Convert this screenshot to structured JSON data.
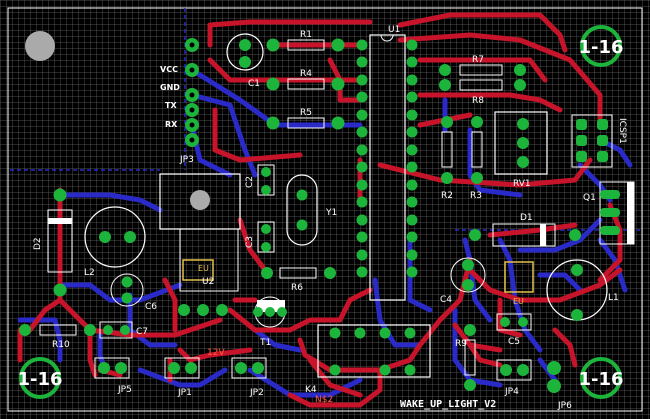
{
  "board": {
    "title": "WAKE_UP_LIGHT_V2",
    "corner_label": "1-16",
    "colors": {
      "background": "#000000",
      "top_trace": "#c8142a",
      "bottom_trace": "#2a2ac8",
      "pad": "#1db43c",
      "silk": "#ffffff",
      "net_label": "#ff5a3c"
    }
  },
  "pins": {
    "vcc": "VCC",
    "gnd": "GND",
    "tx": "TX",
    "rx": "RX"
  },
  "refs": {
    "r1": "R1",
    "r4": "R4",
    "r5": "R5",
    "r6": "R6",
    "r7": "R7",
    "r8": "R8",
    "r2": "R2",
    "r3": "R3",
    "r9": "R9",
    "r10": "R10",
    "c1": "C1",
    "c2": "C2",
    "c3": "C3",
    "c4": "C4",
    "c5": "C5",
    "c6": "C6",
    "c7": "C7",
    "u1": "U1",
    "u2": "U2",
    "y1": "Y1",
    "rv1": "RV1",
    "d1": "D1",
    "d2": "D2",
    "l1": "L1",
    "l2": "L2",
    "t1": "T1",
    "jp1": "JP1",
    "jp2": "JP2",
    "jp3": "JP3",
    "jp4": "JP4",
    "jp5": "JP5",
    "jp6": "JP6",
    "k4": "K4",
    "q1": "Q1",
    "icsp1": "ICSP1"
  },
  "nets": {
    "v12": "12V",
    "n2": "N$2"
  },
  "polarity": {
    "eu": "EU"
  }
}
